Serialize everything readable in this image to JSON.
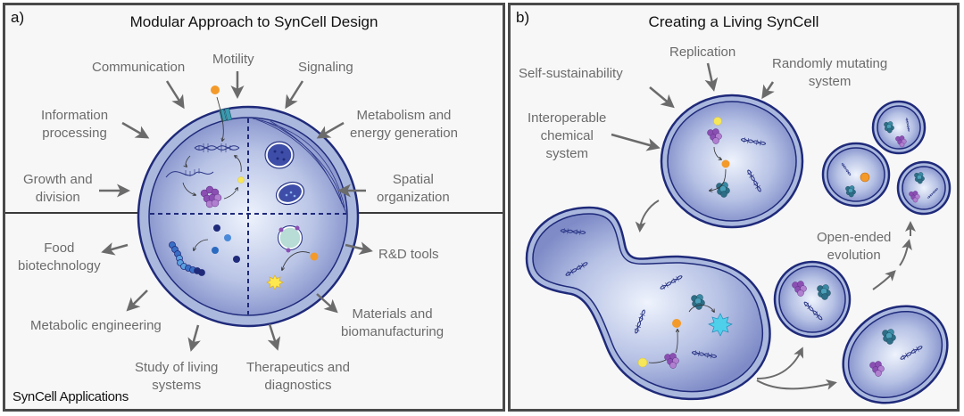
{
  "panel_a": {
    "letter": "a)",
    "title": "Modular Approach to SynCell Design",
    "design_modules": [
      "Communication",
      "Motility",
      "Signaling",
      "Information\nprocessing",
      "Metabolism and\nenergy generation",
      "Growth and\ndivision",
      "Spatial\norganization"
    ],
    "applications_label": "SynCell Applications",
    "applications": [
      "Food\nbiotechnology",
      "R&D tools",
      "Metabolic engineering",
      "Materials and\nbiomanufacturing",
      "Study of living\nsystems",
      "Therapeutics and\ndiagnostics"
    ]
  },
  "panel_b": {
    "letter": "b)",
    "title": "Creating a Living SynCell",
    "properties": [
      "Replication",
      "Self-sustainability",
      "Randomly mutating\nsystem",
      "Interoperable\nchemical\nsystem"
    ],
    "evolution_label": "Open-ended\nevolution"
  },
  "colors": {
    "membrane_outer": "#1f2a7a",
    "membrane_fill": "#aab8de",
    "cytoplasm_center": "#e6eefa",
    "cytoplasm_edge": "#7f8cc8",
    "arrow": "#6b6b6b",
    "orange_molecule": "#f39a2b",
    "yellow_molecule": "#f6e65a",
    "purple_protein": "#8b4fb3",
    "teal_protein": "#2d6e86",
    "channel": "#3a9bb0"
  }
}
